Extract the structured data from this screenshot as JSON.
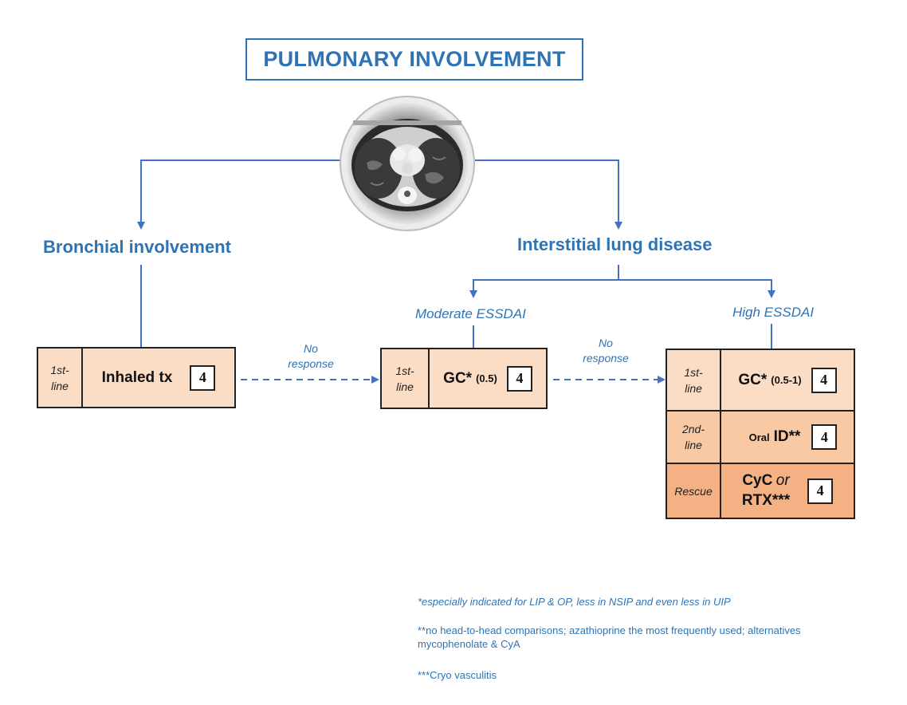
{
  "title": "PULMONARY INVOLVEMENT",
  "branches": {
    "bronchial": "Bronchial involvement",
    "ild": "Interstitial lung disease"
  },
  "subbranches": {
    "moderate": "Moderate ESSDAI",
    "high": "High ESSDAI"
  },
  "no_response": [
    "No",
    "response"
  ],
  "boxes": {
    "bronchial": {
      "line_label": [
        "1st-",
        "line"
      ],
      "drug": "Inhaled tx",
      "score": "4"
    },
    "moderate": {
      "line_label": [
        "1st-",
        "line"
      ],
      "drug": "GC*",
      "dose": "(0.5)",
      "score": "4"
    },
    "high": [
      {
        "line_label": [
          "1st-",
          "line"
        ],
        "drug": "GC*",
        "dose": "(0.5-1)",
        "score": "4"
      },
      {
        "line_label": [
          "2nd-",
          "line"
        ],
        "prefix": "Oral",
        "drug": "ID**",
        "score": "4"
      },
      {
        "line_label": [
          "Rescue"
        ],
        "drug_a": "CyC",
        "drug_or": "or",
        "drug_b": "RTX***",
        "score": "4"
      }
    ]
  },
  "footnotes": [
    "*especially indicated for LIP & OP, less in NSIP and even less in UIP",
    "**no head-to-head comparisons; azathioprine the most frequently used; alternatives",
    "mycophenolate & CyA",
    "***Cryo vasculitis"
  ],
  "colors": {
    "accent": "#2e74b5",
    "arrow": "#4472c4",
    "row_light": "#fbdcc4",
    "row_mid": "#f8c9a3",
    "row_dark": "#f4b183"
  }
}
